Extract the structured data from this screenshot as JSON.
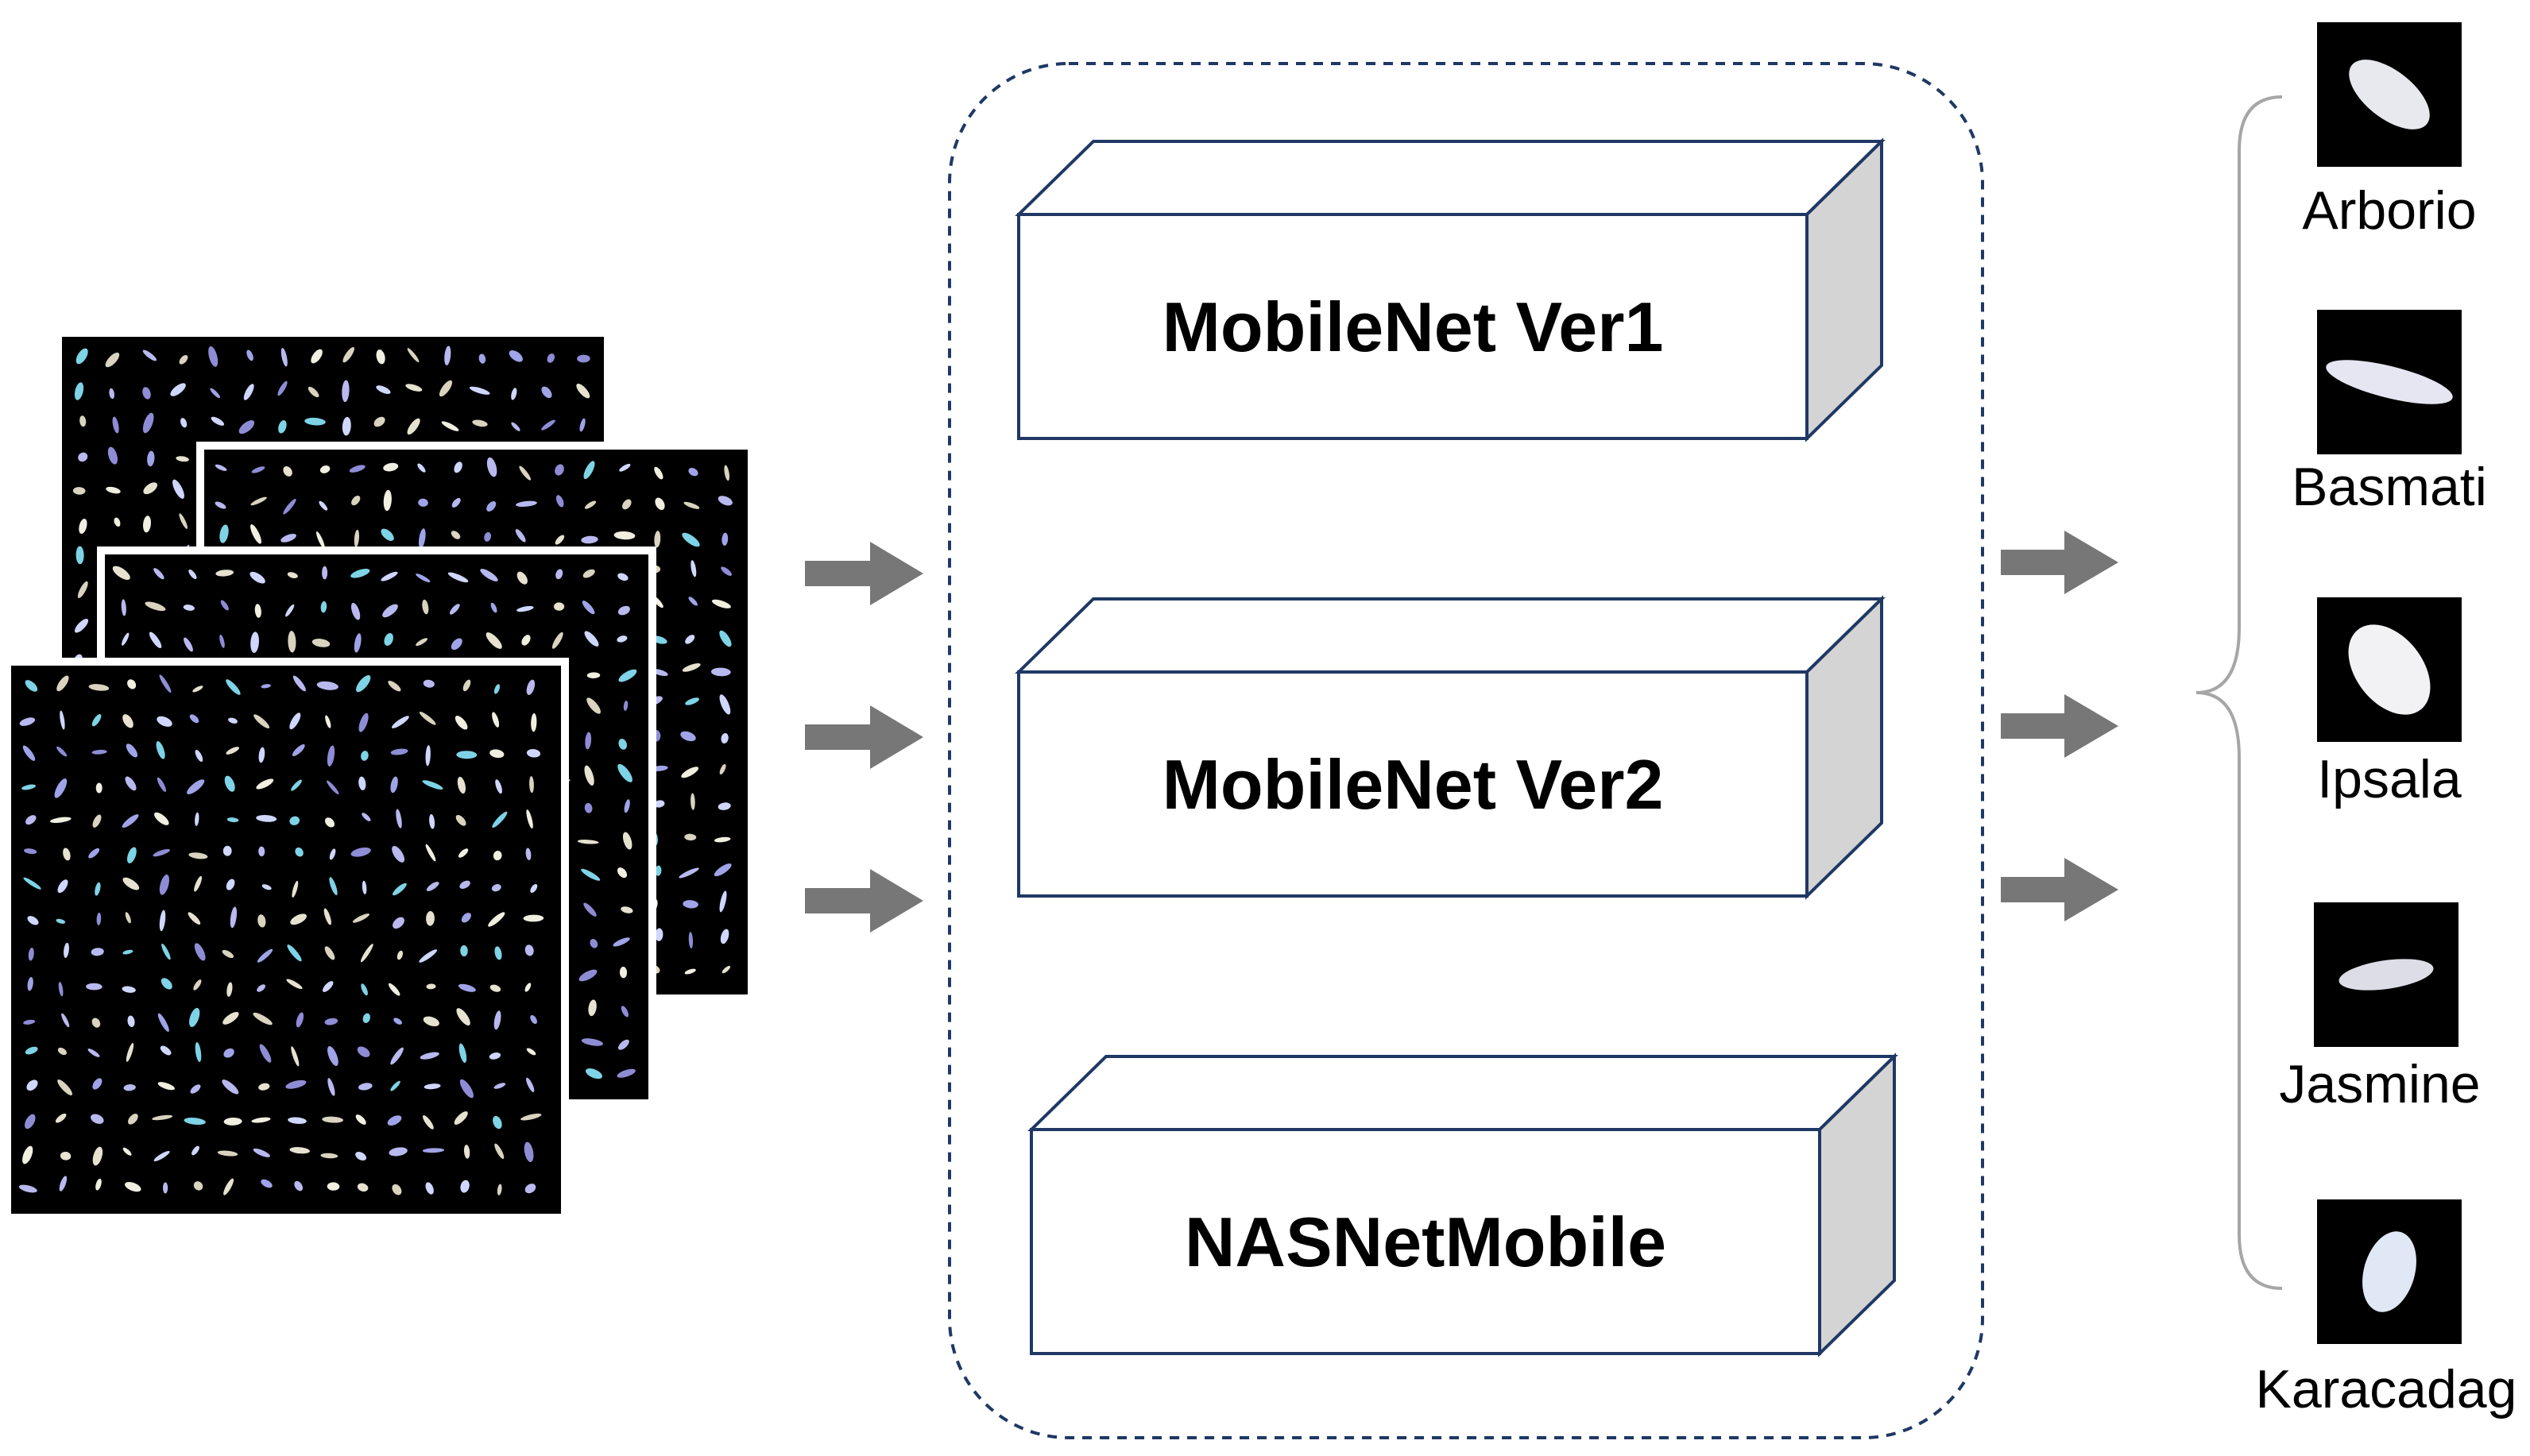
{
  "colors": {
    "background": "#ffffff",
    "dataset_background": "#000000",
    "grain_palette": [
      "#f0efe0",
      "#e6e2cf",
      "#d9d3bf",
      "#8f8cd6",
      "#9fa3e8",
      "#7ed3e6",
      "#b9b9f0",
      "#cfd7ff"
    ],
    "arrow": "#777777",
    "box_outline": "#1f3864",
    "box_side": "#d4d4d4",
    "dashed_container": "#1f3864",
    "brace": "#a6a6a6"
  },
  "dataset": {
    "sheet_count": 4,
    "icon": "rice-grain-grid-image"
  },
  "models": [
    {
      "id": "mobilenet-ver1",
      "label": "MobileNet Ver1"
    },
    {
      "id": "mobilenet-ver2",
      "label": "MobileNet Ver2"
    },
    {
      "id": "nasnetmobile",
      "label": "NASNetMobile"
    }
  ],
  "input_arrow_count": 3,
  "output_arrow_count": 3,
  "classes": [
    {
      "id": "arborio",
      "label": "Arborio",
      "grain_shape": "oval-tilted"
    },
    {
      "id": "basmati",
      "label": "Basmati",
      "grain_shape": "long-slender"
    },
    {
      "id": "ipsala",
      "label": "Ipsala",
      "grain_shape": "broad-oval"
    },
    {
      "id": "jasmine",
      "label": "Jasmine",
      "grain_shape": "medium-slender"
    },
    {
      "id": "karacadag",
      "label": "Karacadag",
      "grain_shape": "short-round"
    }
  ]
}
